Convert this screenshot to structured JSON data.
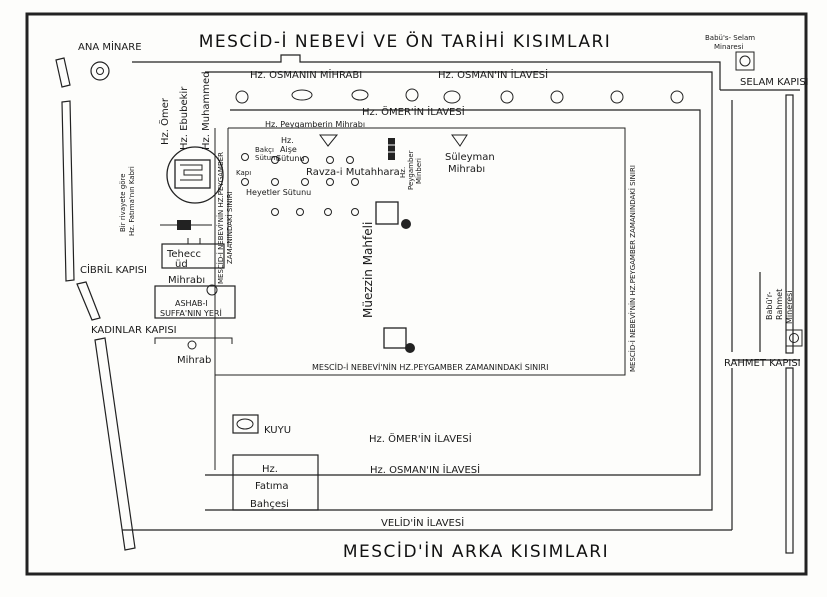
{
  "labels": {
    "title": "MESCİD-İ NEBEVİ VE ÖN TARİHİ KISIMLARI",
    "bottom_title": "MESCİD'İN ARKA KISIMLARI",
    "ana_minare": "ANA MİNARE",
    "babus_selam_1": "Babü's- Selam",
    "babus_selam_2": "Minaresi",
    "selam_kapisi": "SELAM KAPISI",
    "osman_mihrab": "Hz. OSMANIN MİHRABI",
    "osman_ilavesi_top": "Hz. OSMAN'IN İLAVESİ",
    "omer_ilavesi_top": "Hz. ÖMER'İN İLAVESİ",
    "peygamber_mihrab": "Hz. Peygamberin Mihrabı",
    "suleyman_1": "Süleyman",
    "suleyman_2": "Mihrabı",
    "hz_omer": "Hz. Ömer",
    "hz_ebubekir": "Hz. Ebubekir",
    "hz_muhammed": "Hz. Muhammed",
    "peygamber_sinir_v1": "MESCİD-İ NEBEVİ'NİN HZ.PEYGAMBER",
    "peygamber_sinir_v2": "ZAMANINDAKİ SINIRI",
    "fatima_kabri_1": "Bir rivayete göre",
    "fatima_kabri_2": "Hz. Fatıma'nın Kabri",
    "bakci_1": "Bakçı",
    "bakci_2": "Sütunu",
    "kapi": "Kapı",
    "aise_1": "Hz.",
    "aise_2": "Aişe",
    "aise_3": "Sütunu",
    "heyetler": "Heyetler Sütunu",
    "ravza": "Ravza-i Mutahhara",
    "minber_1": "Hz.",
    "minber_2": "Peygamber",
    "minber_3": "Minberi",
    "right_sinir": "MESCİD-İ NEBEVİ'NİN HZ.PEYGAMBER ZAMANINDAKİ SINIRI",
    "inner_sinir": "MESCİD-İ NEBEVİ'NİN HZ.PEYGAMBER ZAMANINDAKİ SINIRI",
    "tehecc_1": "Tehecc",
    "tehecc_2": "üd",
    "tehecc_3": "Mihrabı",
    "cibril_kapisi": "CİBRİL KAPISI",
    "ashab_1": "ASHAB-I",
    "ashab_2": "SUFFA'NIN YERİ",
    "kadinlar_kapisi": "KADINLAR KAPISI",
    "mihrab": "Mihrab",
    "muezzin": "Müezzin Mahfeli",
    "babur_1": "Babü'r-",
    "babur_2": "Rahmet",
    "babur_3": "Mineresi",
    "rahmet_kapisi": "RAHMET KAPISI",
    "kuyu": "KUYU",
    "omer_ilavesi_bottom": "Hz. ÖMER'İN İLAVESİ",
    "osman_ilavesi_bottom": "Hz. OSMAN'IN İLAVESİ",
    "fatima_bahce_1": "Hz.",
    "fatima_bahce_2": "Fatıma",
    "fatima_bahce_3": "Bahçesi",
    "velid_ilavesi": "VELİD'İN İLAVESİ"
  }
}
